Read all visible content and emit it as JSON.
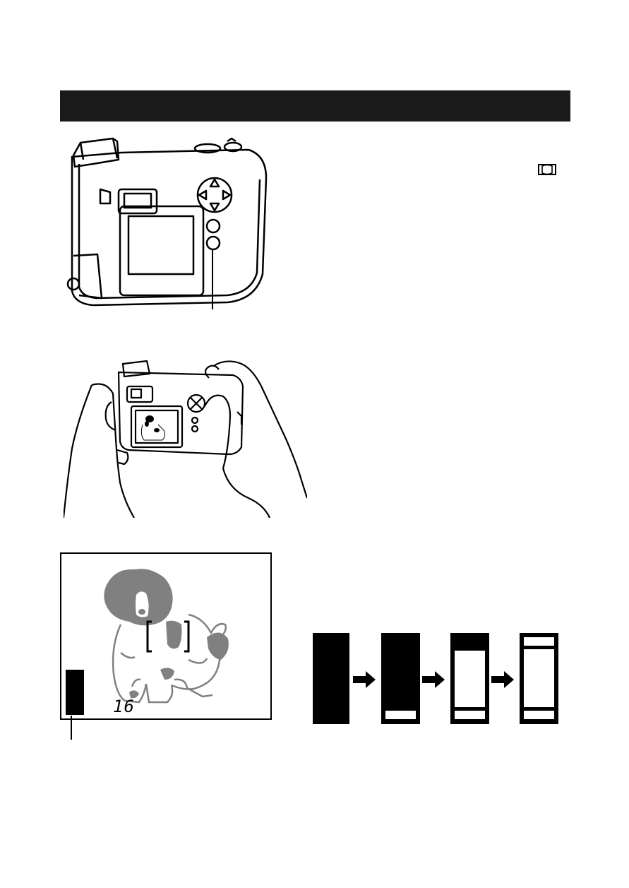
{
  "header": {
    "title": ""
  },
  "icons": {
    "monitor": "monitor-icon",
    "camera_back": "camera-back-illustration",
    "camera_hands": "camera-held-in-hands-illustration",
    "dog": "dog-subject-illustration",
    "arrow": "right-arrow-icon"
  },
  "lcd": {
    "frame_count": "16",
    "battery_level": 1.0
  },
  "indicator_sequence": [
    {
      "state": "full",
      "level": 1.0
    },
    {
      "state": "bottom-segment",
      "level": 0.85
    },
    {
      "state": "top-segment",
      "level": 0.25
    },
    {
      "state": "outline",
      "level": 0.0
    }
  ],
  "colors": {
    "header_bar": "#1a1a1a",
    "dog_fill": "#808080",
    "ink": "#000000"
  }
}
